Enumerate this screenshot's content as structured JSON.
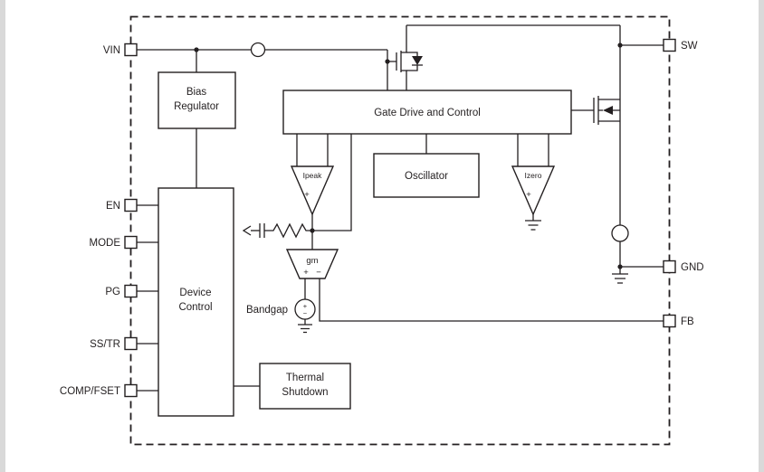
{
  "colors": {
    "ink": "#231f20",
    "background": "#ffffff"
  },
  "pins": {
    "left": [
      {
        "label": "VIN"
      },
      {
        "label": "EN"
      },
      {
        "label": "MODE"
      },
      {
        "label": "PG"
      },
      {
        "label": "SS/TR"
      },
      {
        "label": "COMP/FSET"
      }
    ],
    "right": [
      {
        "label": "SW"
      },
      {
        "label": "GND"
      },
      {
        "label": "FB"
      }
    ]
  },
  "blocks": {
    "bias_regulator": {
      "line1": "Bias",
      "line2": "Regulator"
    },
    "gate_drive": {
      "label": "Gate Drive and Control"
    },
    "oscillator": {
      "label": "Oscillator"
    },
    "device_control": {
      "line1": "Device",
      "line2": "Control"
    },
    "thermal_shutdown": {
      "line1": "Thermal",
      "line2": "Shutdown"
    }
  },
  "amplifiers": {
    "ipeak": {
      "label": "Ipeak",
      "plus": "+"
    },
    "izero": {
      "label": "Izero",
      "plus": "+"
    },
    "gm": {
      "label": "gm",
      "plus": "+",
      "minus": "−"
    },
    "bandgap": {
      "label": "Bandgap",
      "plus": "+",
      "minus": "−"
    }
  }
}
